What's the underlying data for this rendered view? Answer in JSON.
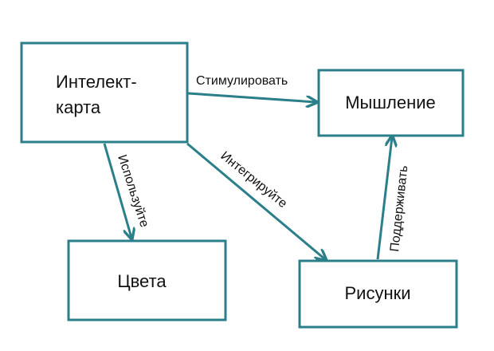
{
  "colors": {
    "stroke": "#2b7f8a",
    "text": "#111111",
    "background": "#ffffff"
  },
  "nodes": {
    "mindmap": {
      "line1": "Интелект-",
      "line2": "карта"
    },
    "thinking": {
      "label": "Мышление"
    },
    "colors_node": {
      "label": "Цвета"
    },
    "drawings": {
      "label": "Рисунки"
    }
  },
  "edges": {
    "stimulate": {
      "label": "Стимулировать"
    },
    "use": {
      "label": "Используйте"
    },
    "integrate": {
      "label": "Интегрируйте"
    },
    "support": {
      "label": "Поддерживать"
    }
  }
}
